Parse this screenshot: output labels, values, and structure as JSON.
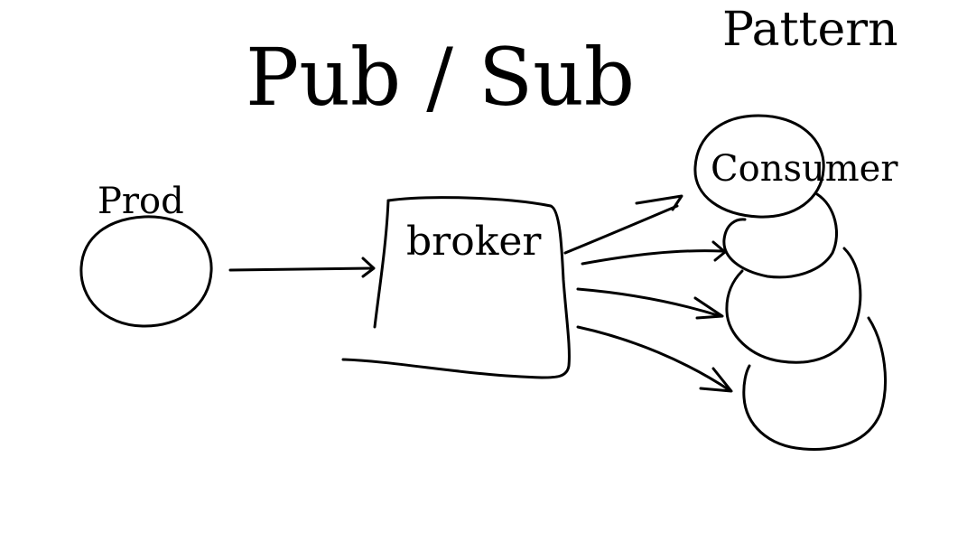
{
  "diagram": {
    "title": "Pub / Sub",
    "subtitle": "Pattern",
    "producer": {
      "label": "Prod"
    },
    "broker": {
      "label": "broker"
    },
    "consumers": [
      {
        "label": "Consumer"
      },
      {
        "label": ""
      },
      {
        "label": ""
      },
      {
        "label": ""
      }
    ],
    "ink_color": "#000000",
    "background_color": "#ffffff"
  }
}
